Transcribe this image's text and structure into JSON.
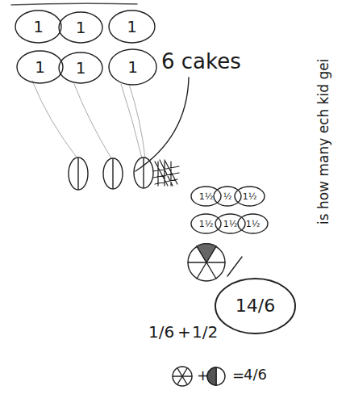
{
  "diagram": {
    "nodes": [
      {
        "text": [
          "1"
        ]
      },
      {
        "text": [
          "1"
        ]
      },
      {
        "text": [
          "1"
        ]
      },
      {
        "text": [
          "1"
        ]
      },
      {
        "text": [
          "1"
        ]
      },
      {
        "text": [
          "1"
        ]
      },
      {
        "text": [
          "1½"
        ]
      },
      {
        "text": [
          "½"
        ]
      },
      {
        "text": [
          "1½"
        ]
      },
      {
        "text": [
          "1½"
        ]
      },
      {
        "text": [
          "1½"
        ]
      },
      {
        "text": [
          "1½"
        ]
      },
      {
        "text": [
          "14/6"
        ]
      }
    ],
    "labels": [
      "6 cakes",
      "is how many ech kid gei",
      "1/6",
      "+",
      "1/2",
      "+",
      "=",
      "4/6"
    ]
  }
}
